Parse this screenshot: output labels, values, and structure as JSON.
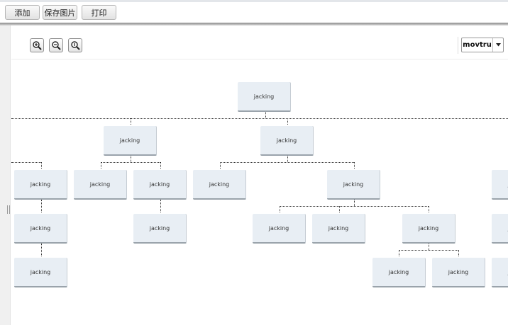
{
  "toolbar": {
    "add_label": "添加",
    "save_label": "保存图片",
    "print_label": "打印"
  },
  "zoom": {
    "zoom_in": "zoom-in-icon",
    "zoom_out": "zoom-out-icon",
    "zoom_reset": "zoom-reset-icon"
  },
  "selector": {
    "value": "movtru"
  },
  "node_label": "jacking",
  "colors": {
    "node_bg": "#e8eef4",
    "node_border": "#9aa3ab",
    "connector": "#333333"
  }
}
